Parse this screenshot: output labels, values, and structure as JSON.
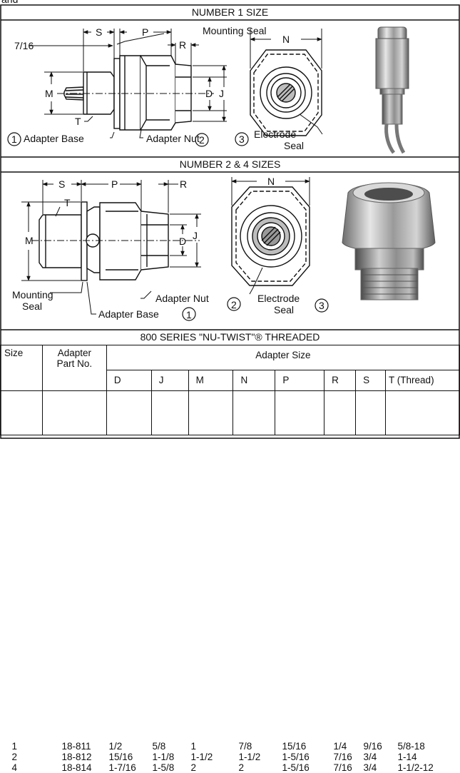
{
  "top_fragment": "and",
  "section1": {
    "title": "NUMBER 1 SIZE",
    "dims": {
      "s": "S",
      "p": "P",
      "r": "R",
      "n": "N",
      "m": "M",
      "d": "D",
      "j": "J",
      "t": "T",
      "seven16": "7/16"
    },
    "mounting_seal": "Mounting Seal",
    "adapter_base": "Adapter Base",
    "adapter_nut": "Adapter Nut",
    "electrode": "Electrode",
    "seal": "Seal",
    "num1": "1",
    "num2": "2",
    "num3": "3"
  },
  "section2": {
    "title": "NUMBER 2 & 4 SIZES",
    "dims": {
      "s": "S",
      "p": "P",
      "r": "R",
      "n": "N",
      "m": "M",
      "d": "D",
      "j": "J",
      "t": "T"
    },
    "mounting": "Mounting",
    "seal_word": "Seal",
    "adapter_nut": "Adapter Nut",
    "adapter_base": "Adapter Base",
    "electrode": "Electrode",
    "seal": "Seal",
    "num1": "1",
    "num2": "2",
    "num3": "3"
  },
  "table": {
    "title": "800 SERIES \"NU-TWIST\"® THREADED",
    "col_size": "Size",
    "col_part_1": "Adapter",
    "col_part_2": "Part No.",
    "group_header": "Adapter Size",
    "sub_headers": [
      "D",
      "J",
      "M",
      "N",
      "P",
      "R",
      "S",
      "T (Thread)"
    ],
    "rows": [
      {
        "size": "1",
        "part": "18-811",
        "vals": [
          "1/2",
          "5/8",
          "1",
          "7/8",
          "15/16",
          "1/4",
          "9/16",
          "5/8-18"
        ]
      },
      {
        "size": "2",
        "part": "18-812",
        "vals": [
          "15/16",
          "1-1/8",
          "1-1/2",
          "1-1/2",
          "1-5/16",
          "7/16",
          "3/4",
          "1-14"
        ]
      },
      {
        "size": "4",
        "part": "18-814",
        "vals": [
          "1-7/16",
          "1-5/8",
          "2",
          "2",
          "1-5/16",
          "7/16",
          "3/4",
          "1-1/2-12"
        ]
      }
    ]
  }
}
